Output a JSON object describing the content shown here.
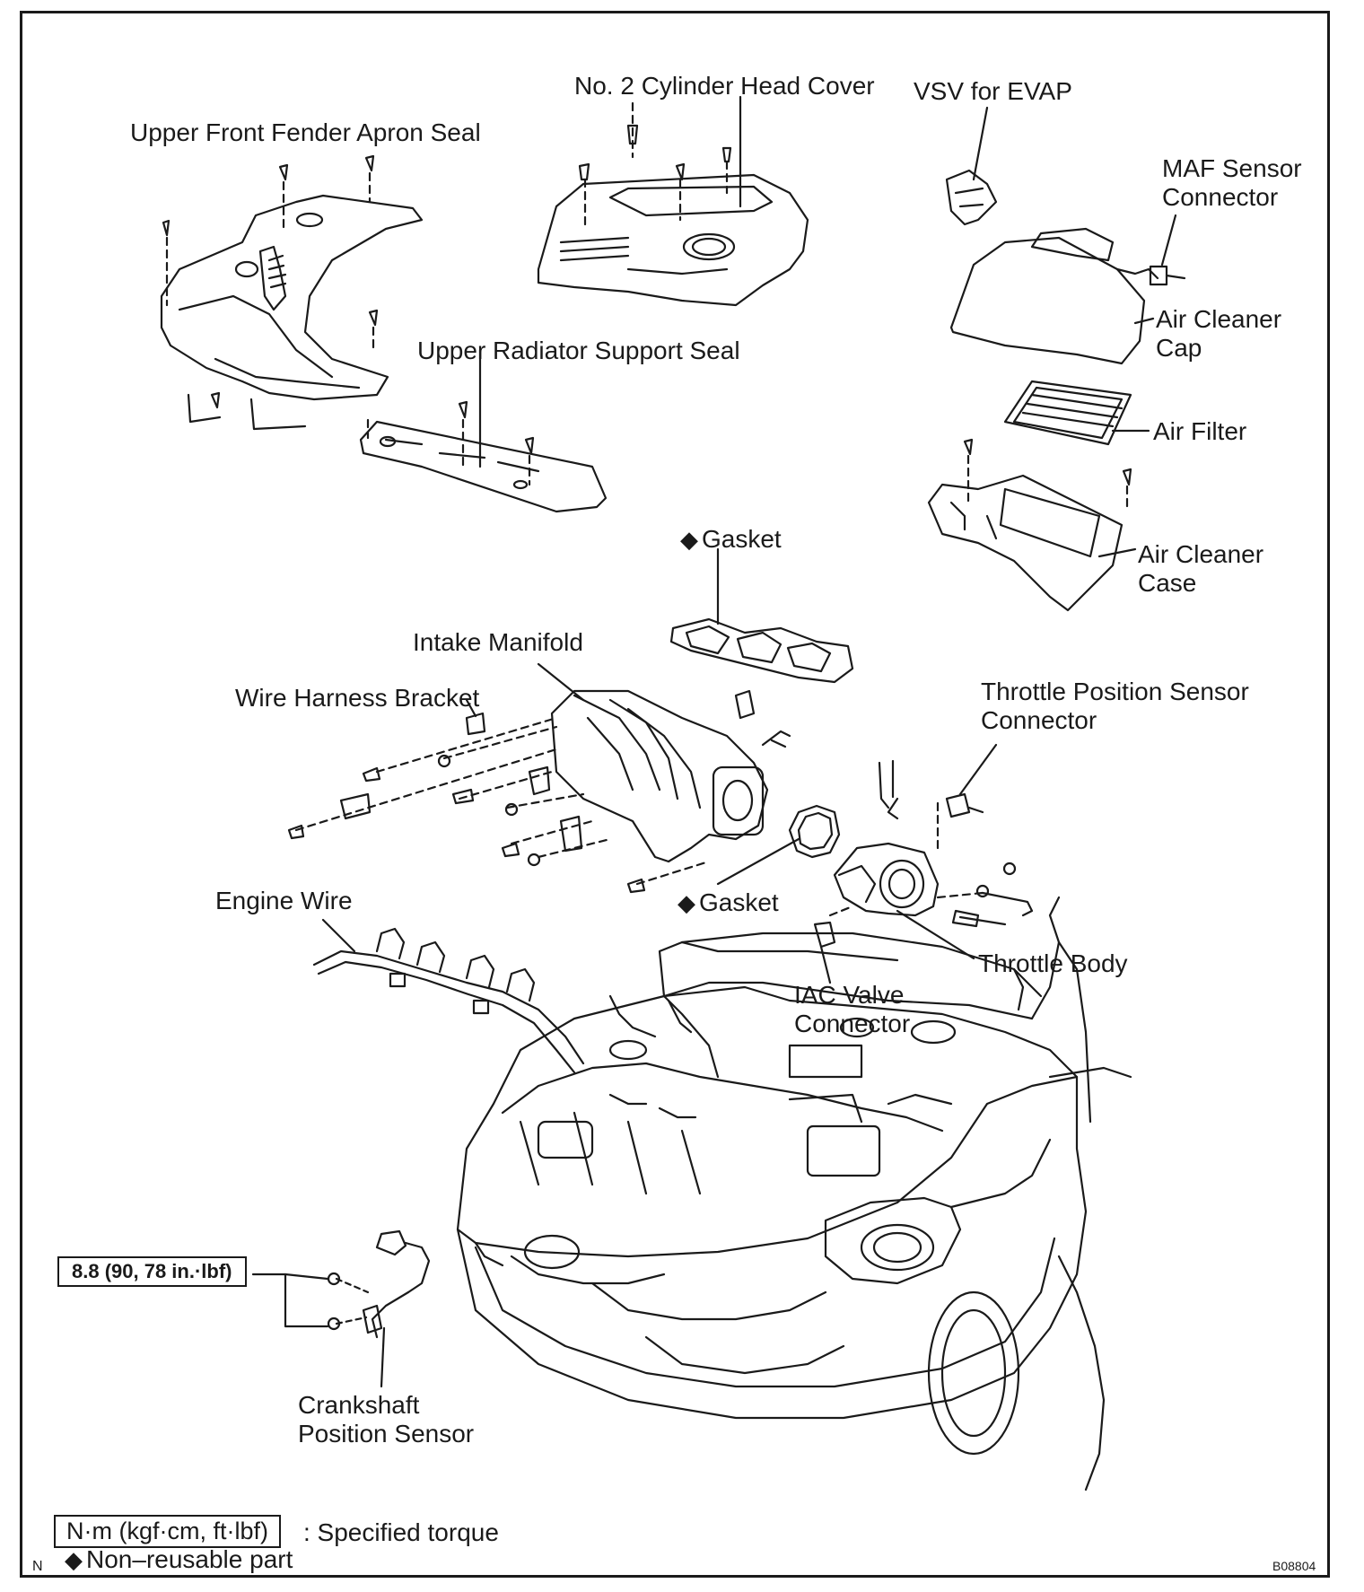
{
  "labels": {
    "upper_front_fender_apron_seal": "Upper Front Fender Apron Seal",
    "no2_cylinder_head_cover": "No. 2 Cylinder Head Cover",
    "vsv_for_evap": "VSV for EVAP",
    "maf_sensor_connector_1": "MAF Sensor",
    "maf_sensor_connector_2": "Connector",
    "air_cleaner_cap_1": "Air Cleaner",
    "air_cleaner_cap_2": "Cap",
    "upper_radiator_support_seal": "Upper Radiator Support Seal",
    "air_filter": "Air Filter",
    "gasket_upper": "Gasket",
    "air_cleaner_case_1": "Air Cleaner",
    "air_cleaner_case_2": "Case",
    "intake_manifold": "Intake Manifold",
    "wire_harness_bracket": "Wire Harness Bracket",
    "throttle_position_sensor_connector_1": "Throttle Position Sensor",
    "throttle_position_sensor_connector_2": "Connector",
    "engine_wire": "Engine Wire",
    "gasket_lower": "Gasket",
    "throttle_body": "Throttle Body",
    "iac_valve_connector_1": "IAC Valve",
    "iac_valve_connector_2": "Connector",
    "torque_value": "8.8 (90, 78 in.·lbf)",
    "crankshaft_position_sensor_1": "Crankshaft",
    "crankshaft_position_sensor_2": "Position Sensor"
  },
  "legend": {
    "torque_units": "N·m (kgf·cm, ft·lbf)",
    "specified_torque": ": Specified torque",
    "non_reusable_symbol": "◆",
    "non_reusable_part": "Non–reusable part"
  },
  "footer": {
    "corner_mark": "N",
    "figure_code": "B08804"
  }
}
